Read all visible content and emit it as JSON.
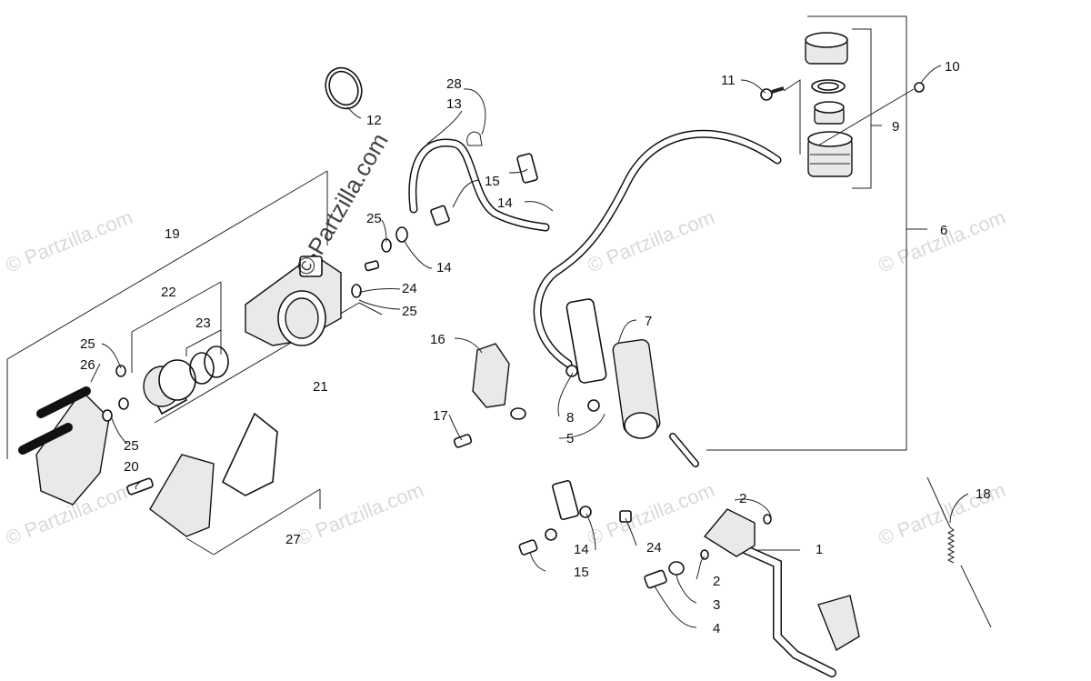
{
  "watermarks": {
    "site": "© Partzilla.com",
    "overlay": "© Partzilla.com"
  },
  "callouts": [
    {
      "id": "c1",
      "text": "1"
    },
    {
      "id": "c2a",
      "text": "2"
    },
    {
      "id": "c2b",
      "text": "2"
    },
    {
      "id": "c3",
      "text": "3"
    },
    {
      "id": "c4",
      "text": "4"
    },
    {
      "id": "c5",
      "text": "5"
    },
    {
      "id": "c6",
      "text": "6"
    },
    {
      "id": "c7",
      "text": "7"
    },
    {
      "id": "c8",
      "text": "8"
    },
    {
      "id": "c9",
      "text": "9"
    },
    {
      "id": "c10",
      "text": "10"
    },
    {
      "id": "c11",
      "text": "11"
    },
    {
      "id": "c12",
      "text": "12"
    },
    {
      "id": "c13",
      "text": "13"
    },
    {
      "id": "c14a",
      "text": "14"
    },
    {
      "id": "c14b",
      "text": "14"
    },
    {
      "id": "c14c",
      "text": "14"
    },
    {
      "id": "c15a",
      "text": "15"
    },
    {
      "id": "c15b",
      "text": "15"
    },
    {
      "id": "c16",
      "text": "16"
    },
    {
      "id": "c17",
      "text": "17"
    },
    {
      "id": "c18",
      "text": "18"
    },
    {
      "id": "c19",
      "text": "19"
    },
    {
      "id": "c20",
      "text": "20"
    },
    {
      "id": "c21",
      "text": "21"
    },
    {
      "id": "c22",
      "text": "22"
    },
    {
      "id": "c23",
      "text": "23"
    },
    {
      "id": "c24a",
      "text": "24"
    },
    {
      "id": "c24b",
      "text": "24"
    },
    {
      "id": "c25a",
      "text": "25"
    },
    {
      "id": "c25b",
      "text": "25"
    },
    {
      "id": "c25c",
      "text": "25"
    },
    {
      "id": "c25d",
      "text": "25"
    },
    {
      "id": "c26",
      "text": "26"
    },
    {
      "id": "c27",
      "text": "27"
    },
    {
      "id": "c28",
      "text": "28"
    }
  ]
}
